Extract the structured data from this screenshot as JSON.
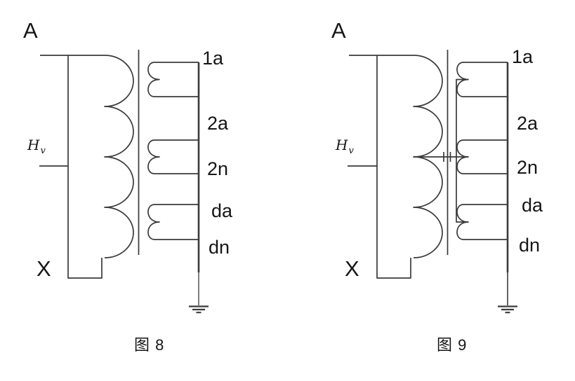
{
  "figure8": {
    "caption": "图 8",
    "terminal_a": "A",
    "terminal_x": "X",
    "hv_label": {
      "main": "H",
      "sub": "v"
    },
    "secondary_terminals": [
      "1a",
      "2a",
      "2n",
      "da",
      "dn"
    ]
  },
  "figure9": {
    "caption": "图 9",
    "terminal_a": "A",
    "terminal_x": "X",
    "hv_label": {
      "main": "H",
      "sub": "v"
    },
    "secondary_terminals": [
      "1a",
      "2a",
      "2n",
      "da",
      "dn"
    ]
  },
  "icons": {
    "ground": "ground-icon"
  },
  "colors": {
    "background": "#ffffff",
    "line": "#3a3a3a",
    "text": "#161616"
  }
}
